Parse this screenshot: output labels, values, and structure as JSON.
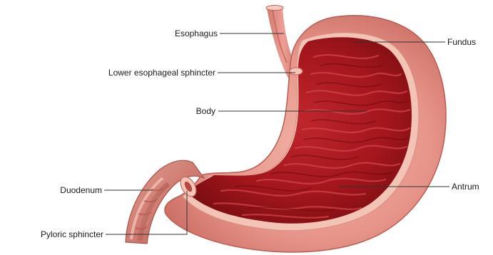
{
  "diagram": {
    "labels": {
      "esophagus": "Esophagus",
      "fundus": "Fundus",
      "les": "Lower esophageal sphincter",
      "body": "Body",
      "duodenum": "Duodenum",
      "antrum": "Antrum",
      "pyloric": "Pyloric sphincter"
    }
  },
  "colors": {
    "outer_wall": "#e7958a",
    "wall_shadow": "#c9675f",
    "inner_lining": "#8e1418",
    "rugae": "#c2353a",
    "cut_edge": "#f4c8b8",
    "duodenum_wall": "#d9877c"
  }
}
